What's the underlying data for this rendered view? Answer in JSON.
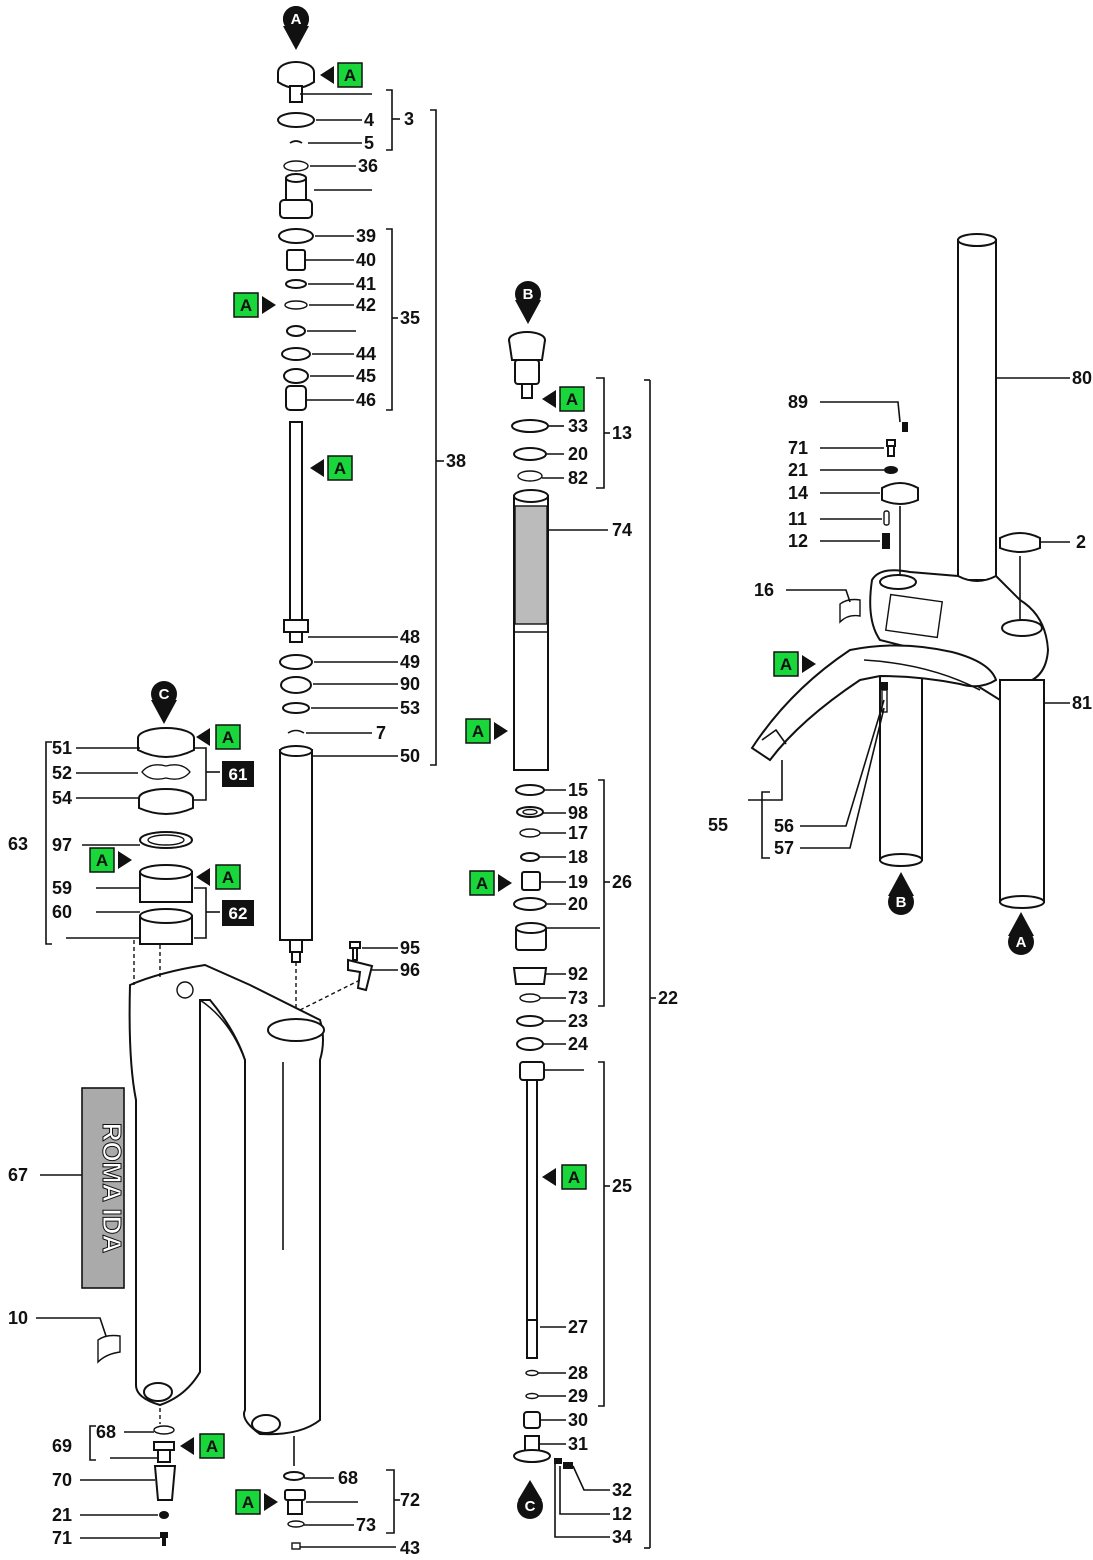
{
  "diagram": {
    "callouts": [
      {
        "id": "c4",
        "text": "4"
      },
      {
        "id": "c5",
        "text": "5"
      },
      {
        "id": "c3",
        "text": "3"
      },
      {
        "id": "c36",
        "text": "36"
      },
      {
        "id": "c39",
        "text": "39"
      },
      {
        "id": "c40",
        "text": "40"
      },
      {
        "id": "c41",
        "text": "41"
      },
      {
        "id": "c42",
        "text": "42"
      },
      {
        "id": "c35",
        "text": "35"
      },
      {
        "id": "c44",
        "text": "44"
      },
      {
        "id": "c45",
        "text": "45"
      },
      {
        "id": "c46",
        "text": "46"
      },
      {
        "id": "c38",
        "text": "38"
      },
      {
        "id": "c48",
        "text": "48"
      },
      {
        "id": "c49",
        "text": "49"
      },
      {
        "id": "c90",
        "text": "90"
      },
      {
        "id": "c53",
        "text": "53"
      },
      {
        "id": "c7",
        "text": "7"
      },
      {
        "id": "c50",
        "text": "50"
      },
      {
        "id": "c95",
        "text": "95"
      },
      {
        "id": "c96",
        "text": "96"
      },
      {
        "id": "c51",
        "text": "51"
      },
      {
        "id": "c52",
        "text": "52"
      },
      {
        "id": "c54",
        "text": "54"
      },
      {
        "id": "c63",
        "text": "63"
      },
      {
        "id": "c97",
        "text": "97"
      },
      {
        "id": "c59",
        "text": "59"
      },
      {
        "id": "c60",
        "text": "60"
      },
      {
        "id": "c67",
        "text": "67"
      },
      {
        "id": "c10",
        "text": "10"
      },
      {
        "id": "c68a",
        "text": "68"
      },
      {
        "id": "c69",
        "text": "69"
      },
      {
        "id": "c70",
        "text": "70"
      },
      {
        "id": "c21a",
        "text": "21"
      },
      {
        "id": "c71a",
        "text": "71"
      },
      {
        "id": "c68b",
        "text": "68"
      },
      {
        "id": "c72",
        "text": "72"
      },
      {
        "id": "c73a",
        "text": "73"
      },
      {
        "id": "c43",
        "text": "43"
      },
      {
        "id": "c33",
        "text": "33"
      },
      {
        "id": "c13",
        "text": "13"
      },
      {
        "id": "c20a",
        "text": "20"
      },
      {
        "id": "c82",
        "text": "82"
      },
      {
        "id": "c74",
        "text": "74"
      },
      {
        "id": "c15",
        "text": "15"
      },
      {
        "id": "c98",
        "text": "98"
      },
      {
        "id": "c17",
        "text": "17"
      },
      {
        "id": "c18",
        "text": "18"
      },
      {
        "id": "c19",
        "text": "19"
      },
      {
        "id": "c26",
        "text": "26"
      },
      {
        "id": "c20b",
        "text": "20"
      },
      {
        "id": "c92",
        "text": "92"
      },
      {
        "id": "c73b",
        "text": "73"
      },
      {
        "id": "c22",
        "text": "22"
      },
      {
        "id": "c23",
        "text": "23"
      },
      {
        "id": "c24",
        "text": "24"
      },
      {
        "id": "c25",
        "text": "25"
      },
      {
        "id": "c27",
        "text": "27"
      },
      {
        "id": "c28",
        "text": "28"
      },
      {
        "id": "c29",
        "text": "29"
      },
      {
        "id": "c30",
        "text": "30"
      },
      {
        "id": "c31",
        "text": "31"
      },
      {
        "id": "c32",
        "text": "32"
      },
      {
        "id": "c12a",
        "text": "12"
      },
      {
        "id": "c34",
        "text": "34"
      },
      {
        "id": "c80",
        "text": "80"
      },
      {
        "id": "c89",
        "text": "89"
      },
      {
        "id": "c71b",
        "text": "71"
      },
      {
        "id": "c21b",
        "text": "21"
      },
      {
        "id": "c14",
        "text": "14"
      },
      {
        "id": "c11",
        "text": "11"
      },
      {
        "id": "c12b",
        "text": "12"
      },
      {
        "id": "c2",
        "text": "2"
      },
      {
        "id": "c16",
        "text": "16"
      },
      {
        "id": "c81",
        "text": "81"
      },
      {
        "id": "c55",
        "text": "55"
      },
      {
        "id": "c56",
        "text": "56"
      },
      {
        "id": "c57",
        "text": "57"
      }
    ],
    "tag_label": "A",
    "kit_labels": {
      "k61": "61",
      "k62": "62"
    },
    "pins": {
      "pinA": "A",
      "pinB": "B",
      "pinC": "C"
    },
    "decal_text": "ROMA IDA"
  }
}
